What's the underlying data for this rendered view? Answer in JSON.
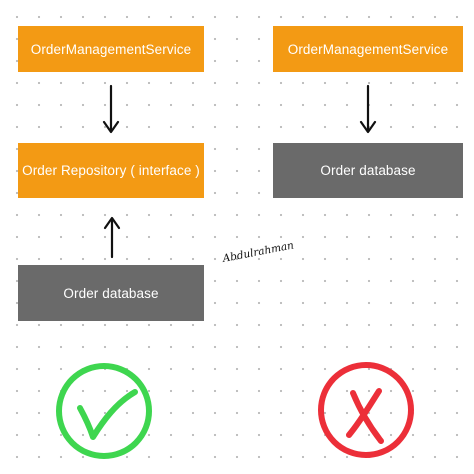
{
  "left_column": {
    "service_label": "OrderManagementService",
    "repository_label": "Order Repository ( interface )",
    "database_label": "Order database"
  },
  "right_column": {
    "service_label": "OrderManagementService",
    "database_label": "Order database"
  },
  "signature": "Abdulrahman",
  "colors": {
    "orange": "#f39a14",
    "gray": "#6a6a6a",
    "correct": "#3ed64f",
    "wrong": "#ec2f39"
  },
  "icons": [
    "checkmark-circle-icon",
    "cross-circle-icon"
  ]
}
